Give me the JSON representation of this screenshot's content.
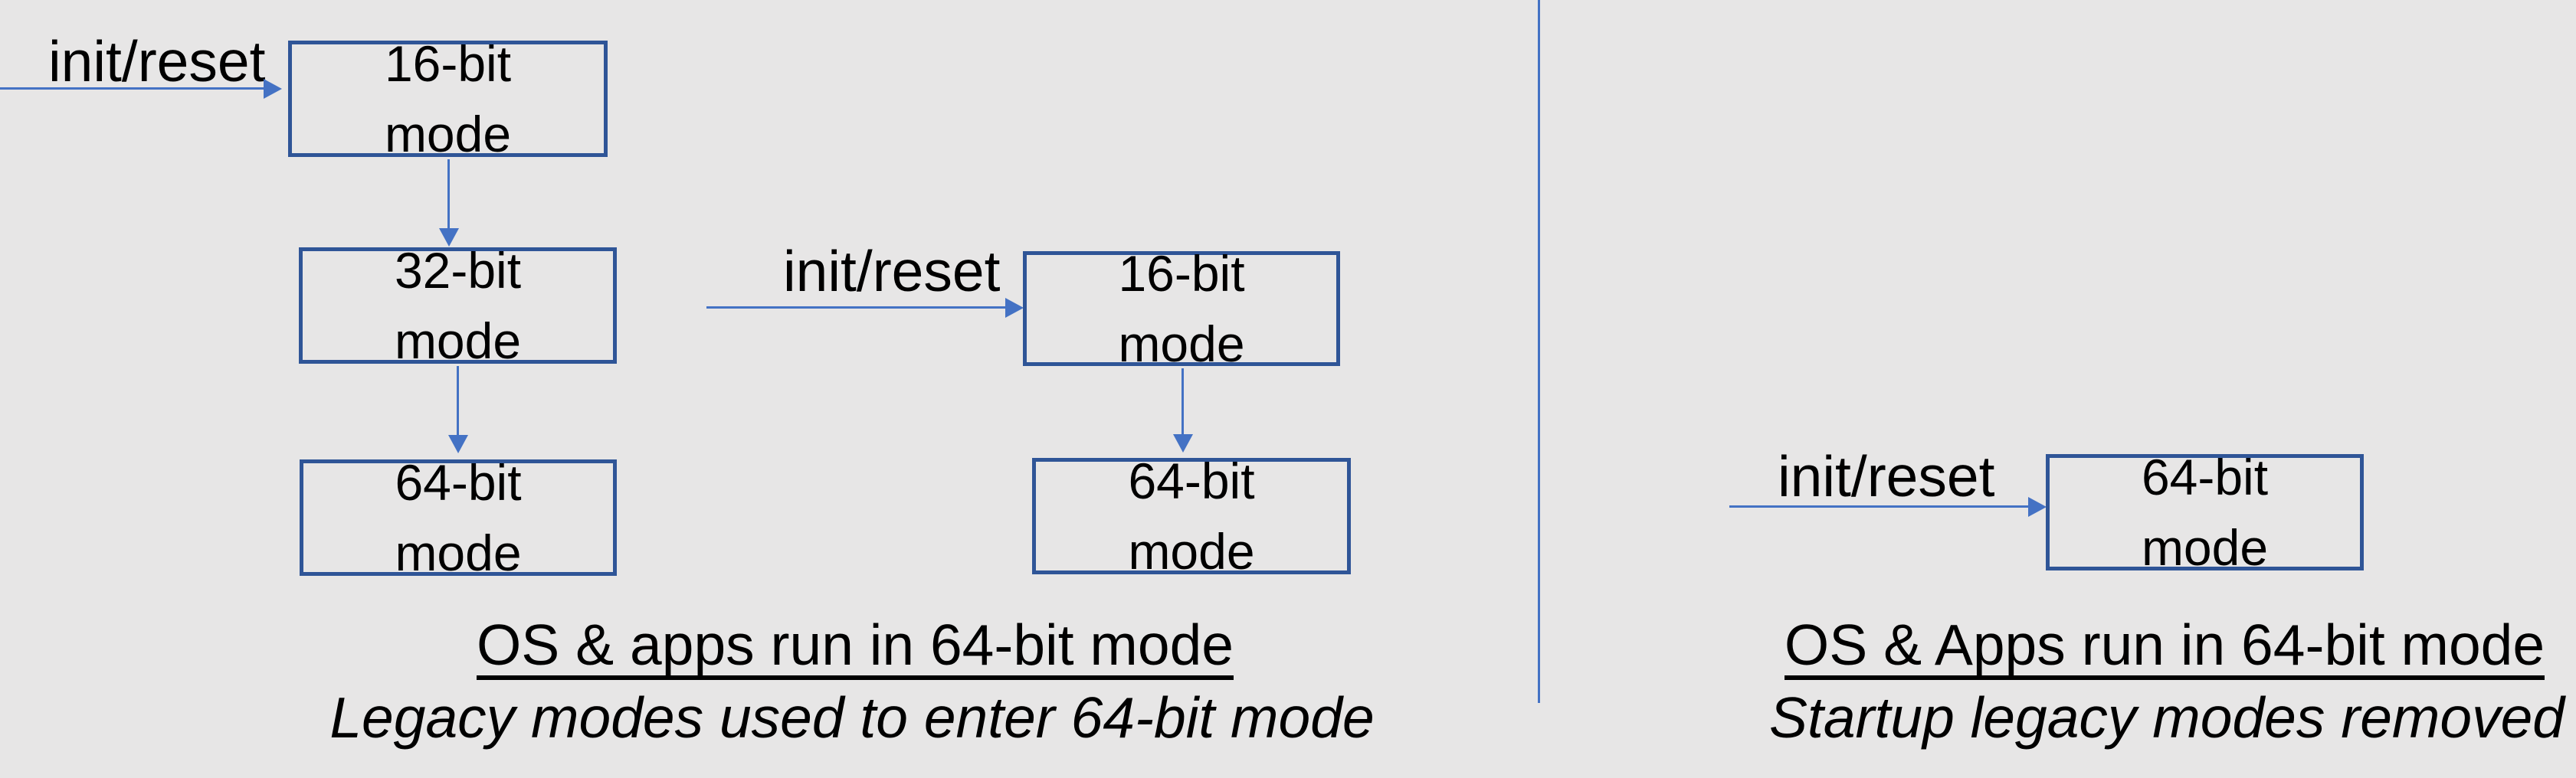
{
  "theme": {
    "bg": "#e7e6e6",
    "text": "#000000",
    "arrow": "#4472c4",
    "box_border": "#2f5597"
  },
  "sections": [
    {
      "name": "legacy-startup",
      "flows": [
        {
          "label": "init/reset",
          "boxes": [
            {
              "line1": "16-bit",
              "line2": "mode"
            },
            {
              "line1": "32-bit",
              "line2": "mode"
            },
            {
              "line1": "64-bit",
              "line2": "mode"
            }
          ]
        },
        {
          "label": "init/reset",
          "boxes": [
            {
              "line1": "16-bit",
              "line2": "mode"
            },
            {
              "line1": "64-bit",
              "line2": "mode"
            }
          ]
        }
      ],
      "caption_line1": "OS & apps run in 64-bit mode",
      "caption_line2": "Legacy modes used to enter 64-bit mode"
    },
    {
      "name": "direct-64bit-startup",
      "flows": [
        {
          "label": "init/reset",
          "boxes": [
            {
              "line1": "64-bit",
              "line2": "mode"
            }
          ]
        }
      ],
      "caption_line1": "OS & Apps run in 64-bit mode",
      "caption_line2": "Startup legacy modes removed"
    }
  ]
}
